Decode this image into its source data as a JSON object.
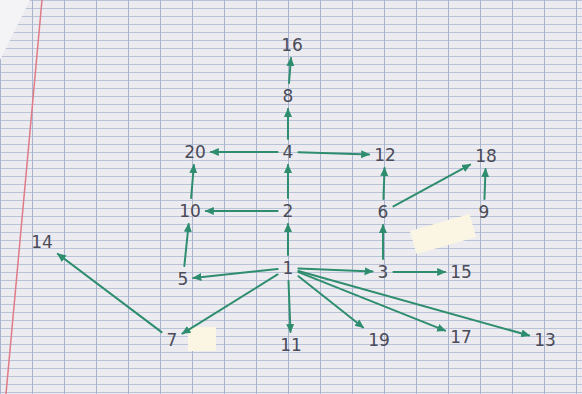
{
  "diagram": {
    "nodes": [
      {
        "text": [
          "16"
        ]
      },
      {
        "text": [
          "8"
        ]
      },
      {
        "text": [
          "20"
        ]
      },
      {
        "text": [
          "4"
        ]
      },
      {
        "text": [
          "12"
        ]
      },
      {
        "text": [
          "18"
        ]
      },
      {
        "text": [
          "10"
        ]
      },
      {
        "text": [
          "2"
        ]
      },
      {
        "text": [
          "6"
        ]
      },
      {
        "text": [
          "9"
        ]
      },
      {
        "text": [
          "14"
        ]
      },
      {
        "text": [
          "1"
        ]
      },
      {
        "text": [
          "5"
        ]
      },
      {
        "text": [
          "3"
        ]
      },
      {
        "text": [
          "15"
        ]
      },
      {
        "text": [
          "7"
        ]
      },
      {
        "text": [
          "11"
        ]
      },
      {
        "text": [
          "19"
        ]
      },
      {
        "text": [
          "17"
        ]
      },
      {
        "text": [
          "13"
        ]
      }
    ],
    "edges": [
      {
        "from": 11,
        "to": 12,
        "arrow": "to"
      },
      {
        "from": 11,
        "to": 7,
        "arrow": "to"
      },
      {
        "from": 11,
        "to": 13,
        "arrow": "to"
      },
      {
        "from": 11,
        "to": 15,
        "arrow": "to"
      },
      {
        "from": 11,
        "to": 16,
        "arrow": "to"
      },
      {
        "from": 11,
        "to": 17,
        "arrow": "to"
      },
      {
        "from": 11,
        "to": 18,
        "arrow": "to"
      },
      {
        "from": 11,
        "to": 19,
        "arrow": "to"
      },
      {
        "from": 7,
        "to": 3,
        "arrow": "to"
      },
      {
        "from": 7,
        "to": 6,
        "arrow": "to"
      },
      {
        "from": 3,
        "to": 1,
        "arrow": "to"
      },
      {
        "from": 3,
        "to": 2,
        "arrow": "to"
      },
      {
        "from": 3,
        "to": 4,
        "arrow": "to"
      },
      {
        "from": 1,
        "to": 0,
        "arrow": "to"
      },
      {
        "from": 6,
        "to": 2,
        "arrow": "to"
      },
      {
        "from": 12,
        "to": 6,
        "arrow": "to"
      },
      {
        "from": 13,
        "to": 8,
        "arrow": "to"
      },
      {
        "from": 13,
        "to": 14,
        "arrow": "to"
      },
      {
        "from": 8,
        "to": 4,
        "arrow": "to"
      },
      {
        "from": 8,
        "to": 5,
        "arrow": "to"
      },
      {
        "from": 9,
        "to": 5,
        "arrow": "to"
      },
      {
        "from": 15,
        "to": 10,
        "arrow": "to"
      }
    ]
  }
}
